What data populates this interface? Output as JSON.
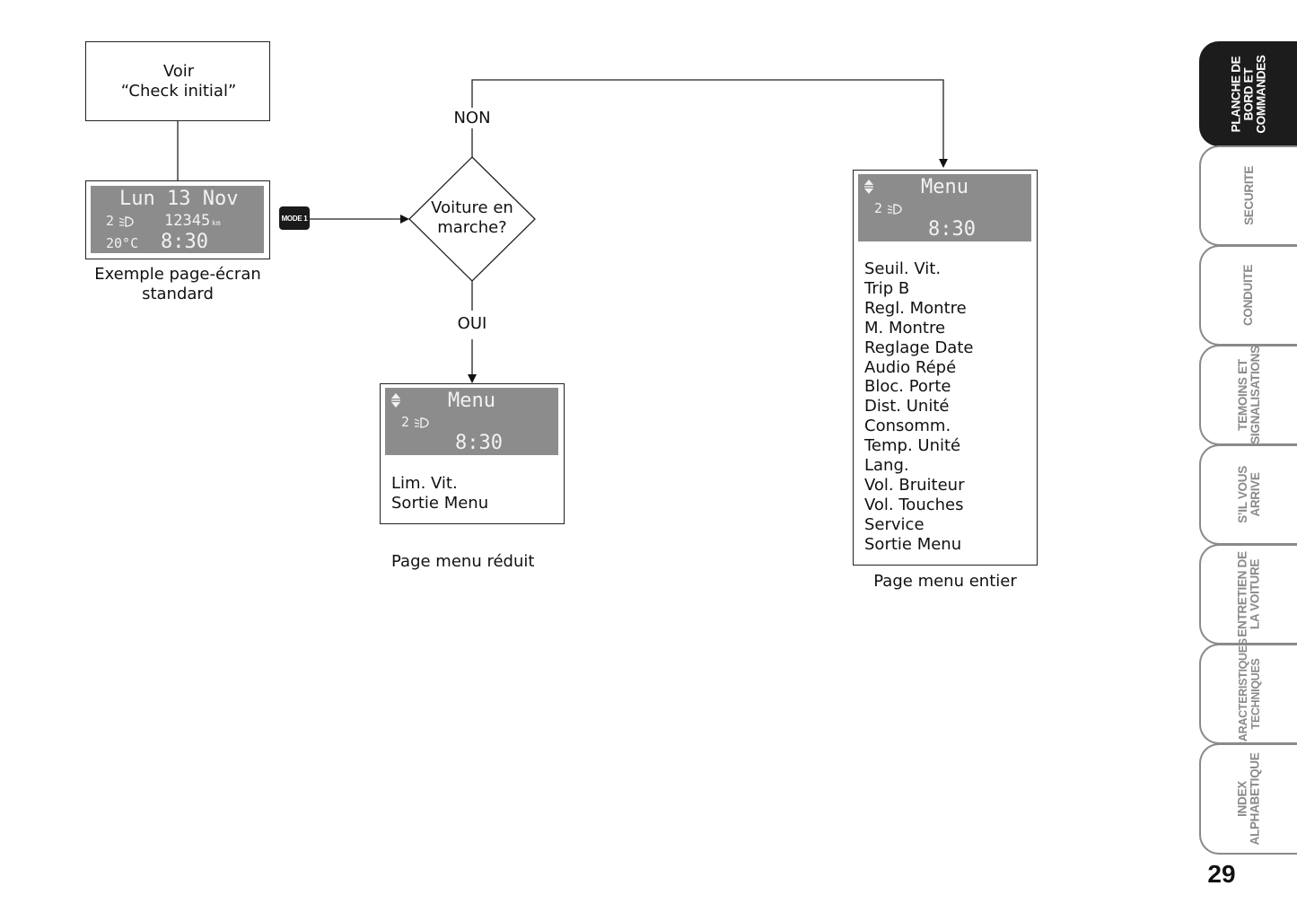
{
  "start_box": {
    "line1": "Voir",
    "line2": "“Check initial”"
  },
  "standard_display": {
    "date": "Lun 13 Nov",
    "gear": "2",
    "odometer": "12345",
    "odometer_unit": "km",
    "temperature": "20°C",
    "time": "8:30"
  },
  "standard_caption": {
    "line1": "Exemple page-écran",
    "line2": "standard"
  },
  "mode_button": {
    "label": "MODE 1"
  },
  "decision": {
    "line1": "Voiture en",
    "line2": "marche?"
  },
  "branch_labels": {
    "no": "NON",
    "yes": "OUI"
  },
  "reduced_menu": {
    "display": {
      "title": "Menu",
      "gear": "2",
      "time": "8:30"
    },
    "items": [
      "Lim. Vit.",
      "Sortie Menu"
    ],
    "caption": "Page menu réduit"
  },
  "full_menu": {
    "display": {
      "title": "Menu",
      "gear": "2",
      "time": "8:30"
    },
    "items": [
      "Seuil. Vit.",
      "Trip B",
      "Regl. Montre",
      "M. Montre",
      "Reglage Date",
      "Audio Répé",
      "Bloc. Porte",
      "Dist. Unité",
      "Consomm.",
      "Temp. Unité",
      "Lang.",
      "Vol. Bruiteur",
      "Vol. Touches",
      "Service",
      "Sortie Menu"
    ],
    "caption": "Page menu entier"
  },
  "side_tabs": [
    {
      "label_lines": [
        "PLANCHE DE",
        "BORD ET",
        "COMMANDES"
      ],
      "active": true
    },
    {
      "label_lines": [
        "SECURITE"
      ],
      "active": false
    },
    {
      "label_lines": [
        "CONDUITE"
      ],
      "active": false
    },
    {
      "label_lines": [
        "TEMOINS ET",
        "SIGNALISATIONS"
      ],
      "active": false
    },
    {
      "label_lines": [
        "S’IL VOUS",
        "ARRIVE"
      ],
      "active": false
    },
    {
      "label_lines": [
        "ENTRETIEN DE",
        "LA VOITURE"
      ],
      "active": false
    },
    {
      "label_lines": [
        "CARACTERISTIQUES",
        "TECHNIQUES"
      ],
      "active": false
    },
    {
      "label_lines": [
        "INDEX",
        "ALPHABETIQUE"
      ],
      "active": false
    }
  ],
  "page_number": "29",
  "colors": {
    "lcd_background": "#8c8c8c",
    "lcd_text": "#f2f2f2",
    "active_tab": "#1c1c1c",
    "tab_border": "#8a8a8a"
  },
  "icons": {
    "lights": "low-beam-headlight-icon",
    "arrows": "up-down-arrows-icon"
  }
}
